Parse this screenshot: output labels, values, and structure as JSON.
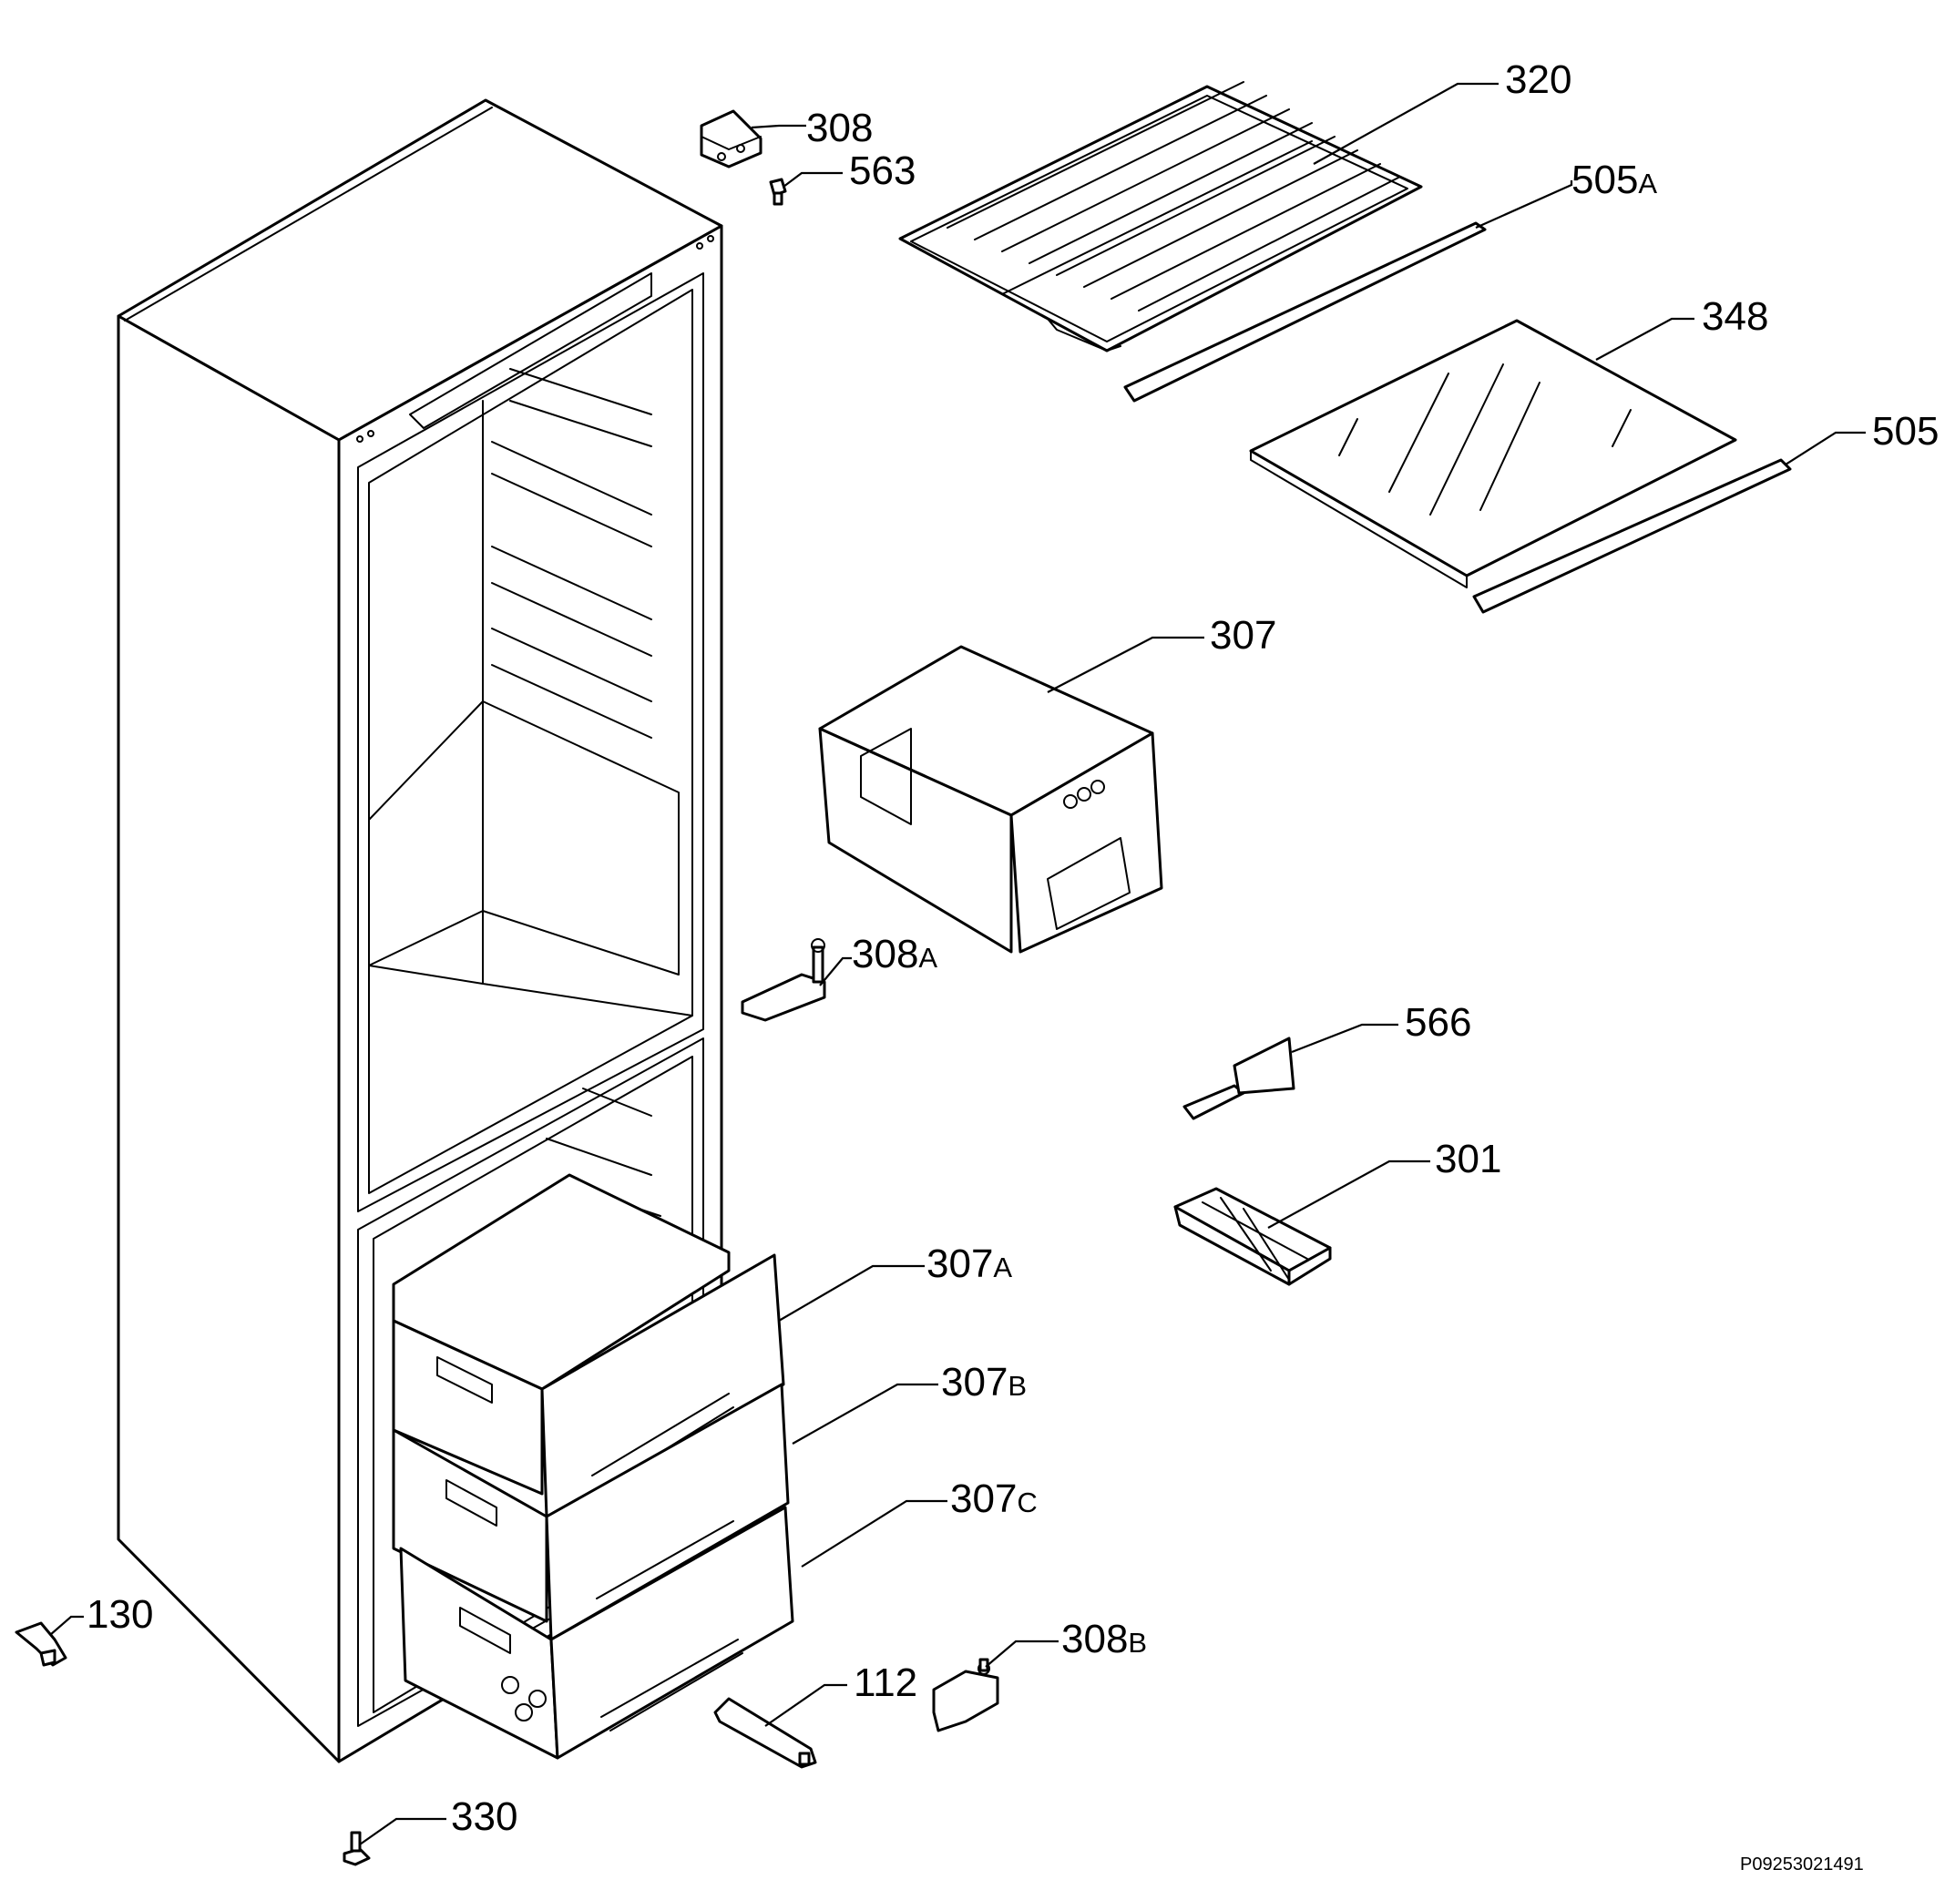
{
  "diagram": {
    "labels": {
      "p320": {
        "num": "320",
        "sfx": ""
      },
      "p308": {
        "num": "308",
        "sfx": ""
      },
      "p563": {
        "num": "563",
        "sfx": ""
      },
      "p505a": {
        "num": "505",
        "sfx": "A"
      },
      "p348": {
        "num": "348",
        "sfx": ""
      },
      "p505": {
        "num": "505",
        "sfx": ""
      },
      "p307": {
        "num": "307",
        "sfx": ""
      },
      "p308a": {
        "num": "308",
        "sfx": "A"
      },
      "p566": {
        "num": "566",
        "sfx": ""
      },
      "p301": {
        "num": "301",
        "sfx": ""
      },
      "p307a": {
        "num": "307",
        "sfx": "A"
      },
      "p307b": {
        "num": "307",
        "sfx": "B"
      },
      "p307c": {
        "num": "307",
        "sfx": "C"
      },
      "p130": {
        "num": "130",
        "sfx": ""
      },
      "p112": {
        "num": "112",
        "sfx": ""
      },
      "p308b": {
        "num": "308",
        "sfx": "B"
      },
      "p330": {
        "num": "330",
        "sfx": ""
      }
    },
    "reference_code": "P09253021491"
  }
}
